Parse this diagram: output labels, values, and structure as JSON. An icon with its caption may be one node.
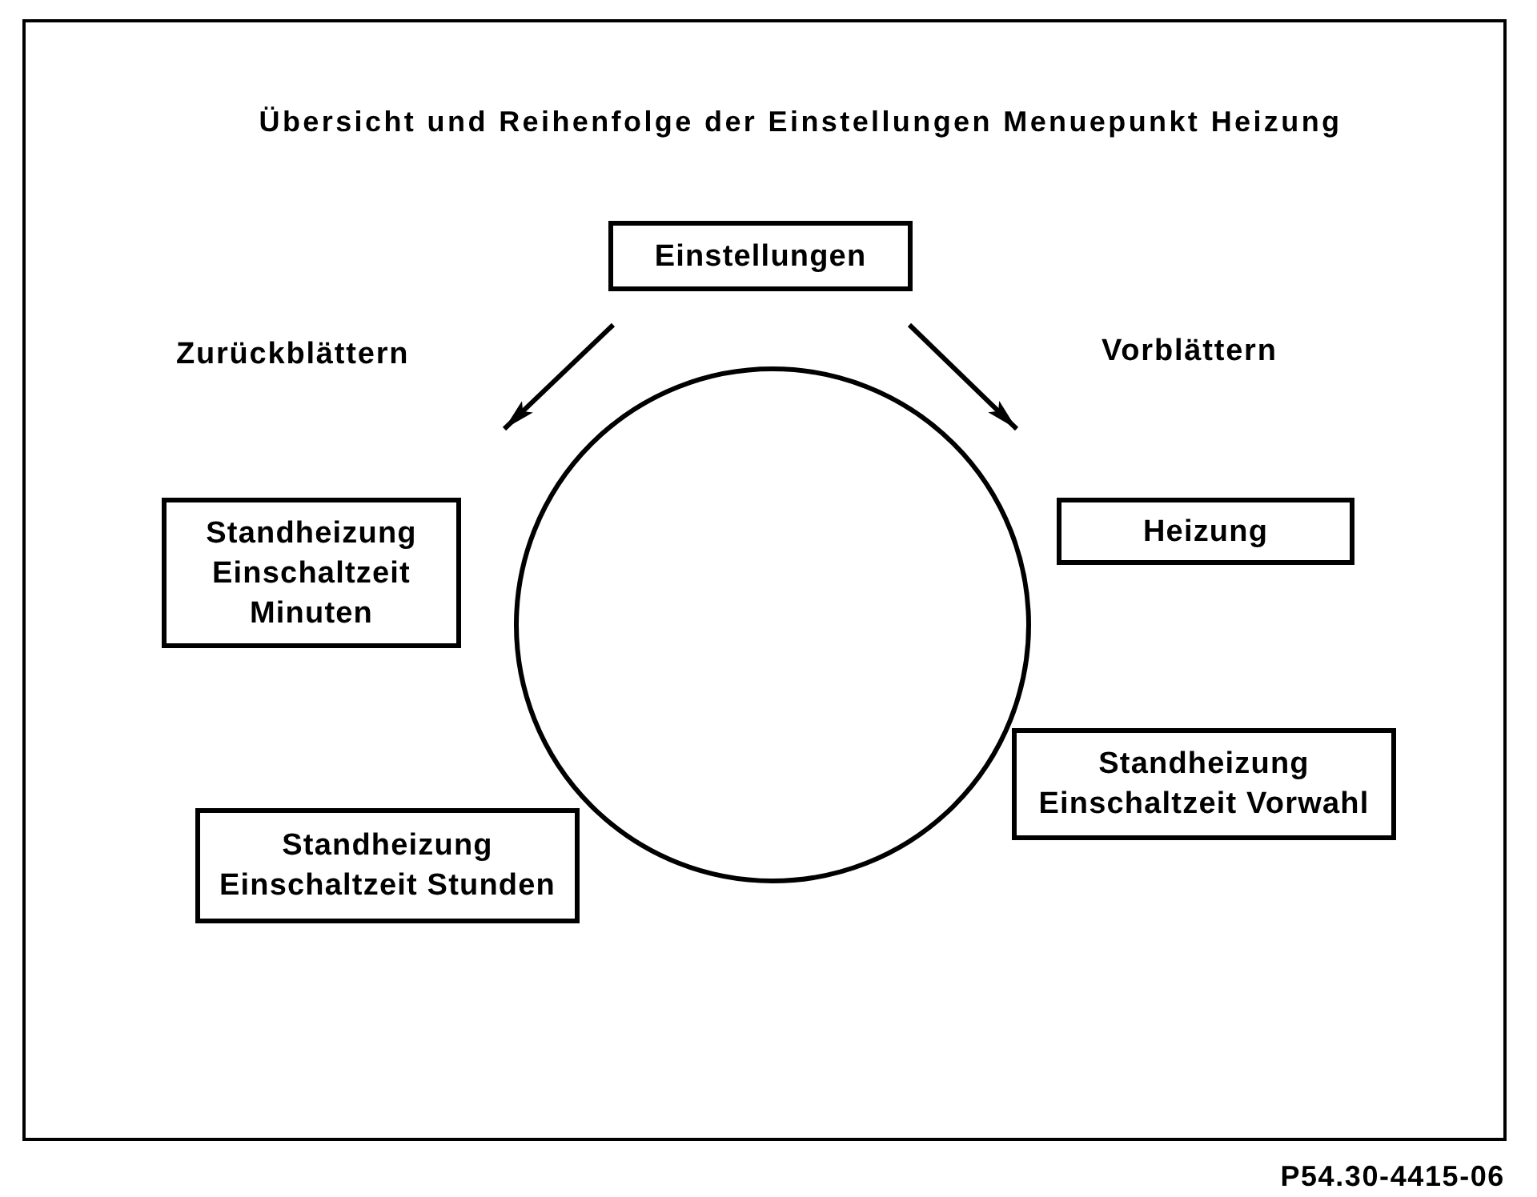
{
  "diagram": {
    "title": "Übersicht und Reihenfolge der Einstellungen Menuepunkt Heizung",
    "nodes": [
      {
        "text": [
          "Einstellungen"
        ]
      },
      {
        "text": [
          "Standheizung Einschaltzeit Minuten"
        ]
      },
      {
        "text": [],
        "shape": "circle"
      },
      {
        "text": [
          "Heizung"
        ]
      },
      {
        "text": [
          "Standheizung Einschaltzeit Vorwahl"
        ]
      },
      {
        "text": [
          "Standheizung Einschaltzeit Stunden"
        ]
      }
    ],
    "labels": [
      "Zurückblättern",
      "Vorblättern",
      "P54.30-4415-06"
    ]
  }
}
